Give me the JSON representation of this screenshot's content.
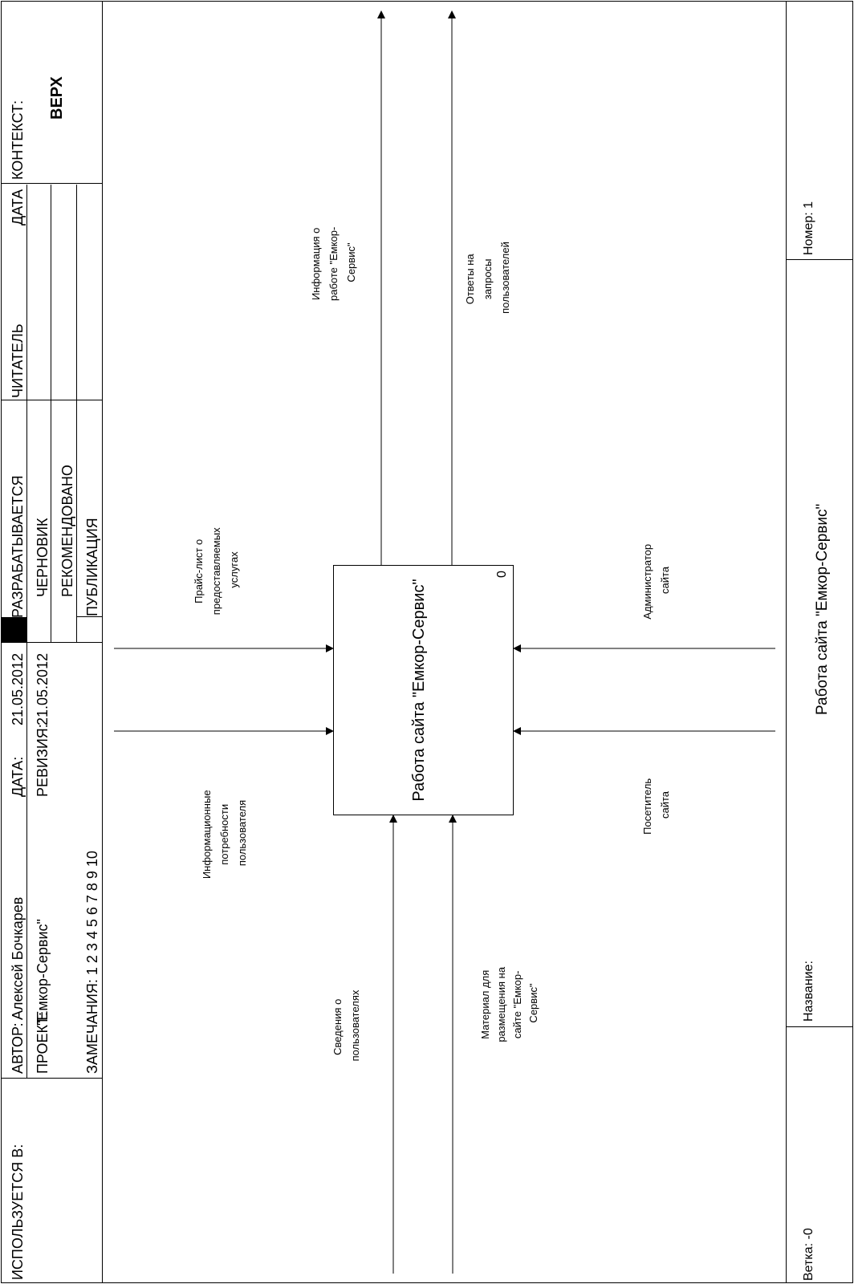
{
  "header": {
    "used_in": "ИСПОЛЬЗУЕТСЯ В:",
    "author_label": "АВТОР:",
    "author": "Алексей Бочкарев",
    "project_label": "ПРОЕКТ:",
    "project": "\"Емкор-Сервис\"",
    "date_label": "ДАТА:",
    "date": "21.05.2012",
    "revision_label": "РЕВИЗИЯ:",
    "revision": "21.05.2012",
    "notes": "ЗАМЕЧАНИЯ: 1 2 3 4 5 6 7 8 9 10",
    "status_items": [
      "РАЗРАБАТЫВАЕТСЯ",
      "ЧЕРНОВИК",
      "РЕКОМЕНДОВАНО",
      "ПУБЛИКАЦИЯ"
    ],
    "reader": "ЧИТАТЕЛЬ",
    "reader_date": "ДАТА",
    "context_label": "КОНТЕКСТ:",
    "context_value": "ВЕРХ"
  },
  "activity": {
    "title": "Работа сайта \"Емкор-Сервис\"",
    "number": "0"
  },
  "arrows": {
    "input_1": [
      "Прайс-лист о",
      "предоставляемых",
      "услугах"
    ],
    "input_2": [
      "Информационные",
      "потребности",
      "пользователя"
    ],
    "output_1": [
      "Информация о",
      "работе \"Емкор-",
      "Сервис\""
    ],
    "output_2": [
      "Ответы на",
      "запросы",
      "пользователей"
    ],
    "control_1": [
      "Сведения о",
      "пользователях"
    ],
    "control_2": [
      "Материал для",
      "размещения на",
      "сайте \"Емкор-",
      "Сервис\""
    ],
    "mechanism_1": [
      "Администратор",
      "сайта"
    ],
    "mechanism_2": [
      "Посетитель",
      "сайта"
    ]
  },
  "footer": {
    "branch": "Ветка: -0",
    "name_label": "Название:",
    "name": "Работа сайта \"Емкор-Сервис\"",
    "number": "Номер: 1"
  },
  "colors": {
    "line": "#000000",
    "background": "#ffffff",
    "status_marker": "#000000"
  }
}
